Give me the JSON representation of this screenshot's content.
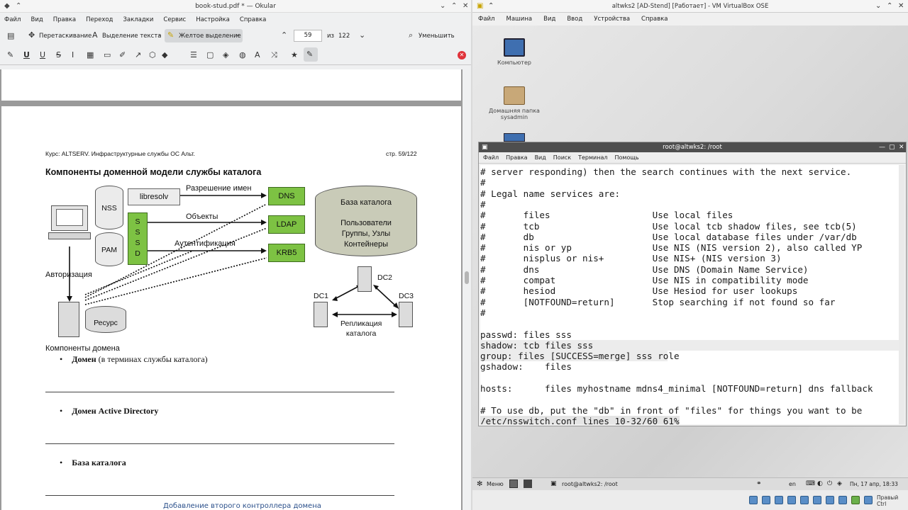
{
  "okular": {
    "title": "book-stud.pdf * — Okular",
    "menu": [
      "Файл",
      "Вид",
      "Правка",
      "Переход",
      "Закладки",
      "Сервис",
      "Настройка",
      "Справка"
    ],
    "toolbar": {
      "drag": "Перетаскивание",
      "select_text": "Выделение текста",
      "highlighter": "Желтое выделение",
      "page_current": "59",
      "page_of": "из",
      "page_total": "122",
      "zoom_out": "Уменьшить"
    },
    "page": {
      "header_left": "Курс: ALTSERV. Инфраструктурные службы ОС Альт.",
      "header_right": "стр. 59/122",
      "heading": "Компоненты доменной модели службы каталога",
      "diagram": {
        "nss": "NSS",
        "pam": "PAM",
        "libresolv": "libresolv",
        "sssd": [
          "S",
          "S",
          "S",
          "D"
        ],
        "name_resolution": "Разрешение имен",
        "objects": "Объекты",
        "authentication": "Аутентификация",
        "dns": "DNS",
        "ldap": "LDAP",
        "krb5": "KRB5",
        "catalog_db": "База каталога",
        "catalog_contents": [
          "Пользователи",
          "Группы, Узлы",
          "Контейнеры"
        ],
        "authorization": "Авторизация",
        "resource": "Ресурс",
        "dc1": "DC1",
        "dc2": "DC2",
        "dc3": "DC3",
        "replication": [
          "Репликация",
          "каталога"
        ]
      },
      "caption": "Компоненты домена",
      "bullets": [
        {
          "bold": "Домен",
          "rest": " (в терминах службы каталога)"
        },
        {
          "bold": "Домен Active Directory",
          "rest": ""
        },
        {
          "bold": "База каталога",
          "rest": ""
        }
      ],
      "bottom_link": "Добавление второго контроллера домена"
    }
  },
  "vbox": {
    "title": "altwks2 [AD-Stend] [Работает] - VM VirtualBox OSE",
    "menu": [
      "Файл",
      "Машина",
      "Вид",
      "Ввод",
      "Устройства",
      "Справка"
    ],
    "desktop_icons": [
      {
        "label": "Компьютер"
      },
      {
        "label": "Домашняя папка sysadmin"
      }
    ],
    "terminal": {
      "title": "root@altwks2: /root",
      "menu": [
        "Файл",
        "Правка",
        "Вид",
        "Поиск",
        "Терминал",
        "Помощь"
      ],
      "lines": [
        "# server responding) then the search continues with the next service.",
        "#",
        "# Legal name services are:",
        "#",
        "#       files                   Use local files",
        "#       tcb                     Use local tcb shadow files, see tcb(5)",
        "#       db                      Use local database files under /var/db",
        "#       nis or yp               Use NIS (NIS version 2), also called YP",
        "#       nisplus or nis+         Use NIS+ (NIS version 3)",
        "#       dns                     Use DNS (Domain Name Service)",
        "#       compat                  Use NIS in compatibility mode",
        "#       hesiod                  Use Hesiod for user lookups",
        "#       [NOTFOUND=return]       Stop searching if not found so far",
        "#",
        "",
        "passwd: files sss",
        "shadow: tcb files sss",
        "group: files [SUCCESS=merge] sss role",
        "gshadow:    files",
        "",
        "hosts:      files myhostname mdns4_minimal [NOTFOUND=return] dns fallback",
        "",
        "# To use db, put the \"db\" in front of \"files\" for things you want to be",
        "/etc/nsswitch.conf lines 10-32/60 61%"
      ]
    },
    "taskbar": {
      "menu": "Меню",
      "task": "root@altwks2: /root",
      "lang": "en",
      "clock": "Пн, 17 апр, 18:33"
    },
    "host_key": "Правый Ctrl"
  }
}
